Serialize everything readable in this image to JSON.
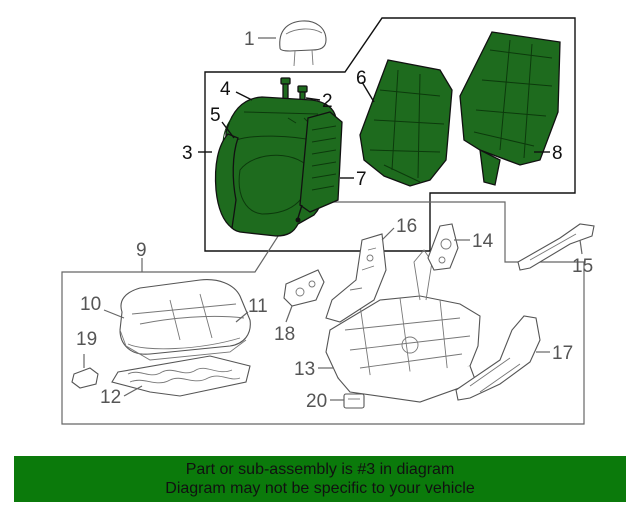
{
  "callouts": {
    "c1": "1",
    "c2": "2",
    "c3": "3",
    "c4": "4",
    "c5": "5",
    "c6": "6",
    "c7": "7",
    "c8": "8",
    "c9": "9",
    "c10": "10",
    "c11": "11",
    "c12": "12",
    "c13": "13",
    "c14": "14",
    "c15": "15",
    "c16": "16",
    "c17": "17",
    "c18": "18",
    "c19": "19",
    "c20": "20"
  },
  "banner": {
    "line1": "Part or sub-assembly is #3 in diagram",
    "line2": "Diagram may not be specific to your vehicle"
  },
  "colors": {
    "highlight": "#1e6b1e",
    "banner": "#0b7a0b"
  }
}
